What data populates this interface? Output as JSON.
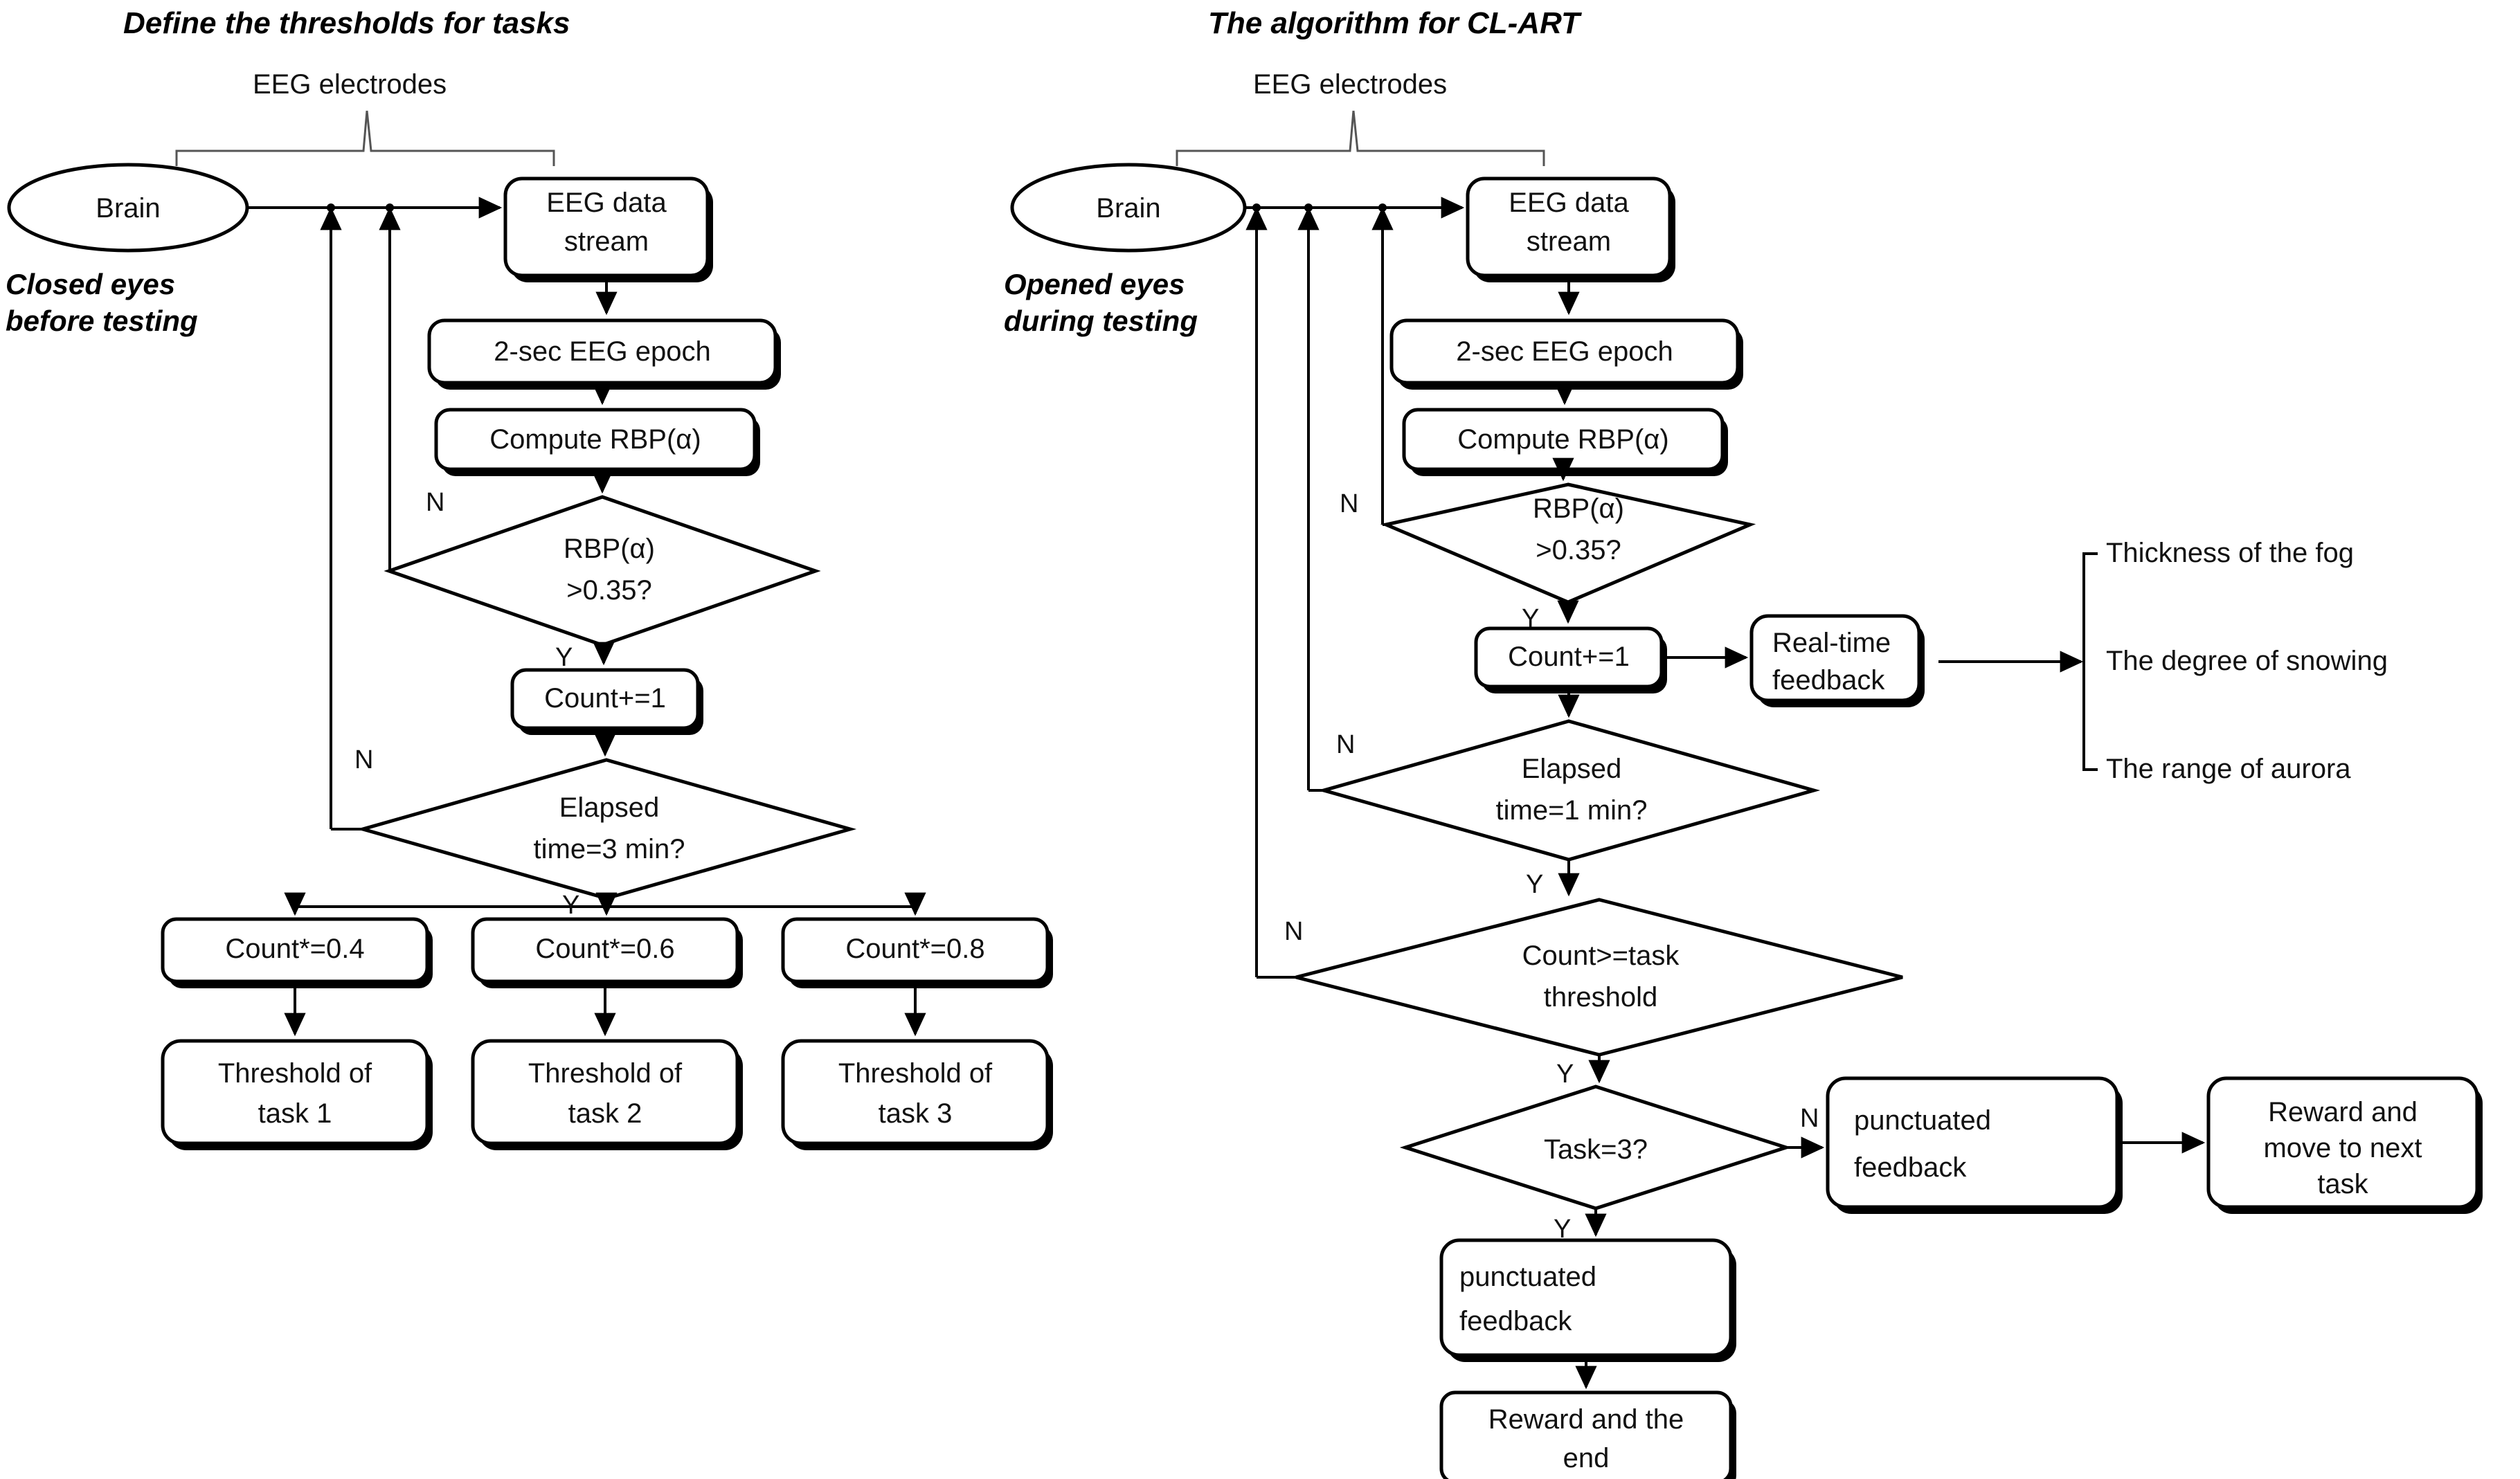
{
  "diagram": {
    "left": {
      "title": "Define the thresholds for tasks",
      "electrodes_label": "EEG electrodes",
      "brain_label": "Brain",
      "condition_note_line1": "Closed eyes",
      "condition_note_line2": "before testing",
      "nodes": {
        "eeg_stream_line1": "EEG data",
        "eeg_stream_line2": "stream",
        "epoch": "2-sec  EEG epoch",
        "compute": "Compute RBP(α)",
        "decision_rbp_line1": "RBP(α)",
        "decision_rbp_line2": ">0.35?",
        "count_inc": "Count+=1",
        "decision_elapsed_line1": "Elapsed",
        "decision_elapsed_line2": "time=3 min?",
        "count_mul_1": "Count*=0.4",
        "count_mul_2": "Count*=0.6",
        "count_mul_3": "Count*=0.8",
        "threshold_1_line1": "Threshold of",
        "threshold_1_line2": "task 1",
        "threshold_2_line1": "Threshold of",
        "threshold_2_line2": "task 2",
        "threshold_3_line1": "Threshold of",
        "threshold_3_line2": "task 3"
      },
      "edge_labels": {
        "rbp_no": "N",
        "rbp_yes": "Y",
        "elapsed_no": "N",
        "elapsed_yes": "Y"
      }
    },
    "right": {
      "title": "The algorithm for CL-ART",
      "electrodes_label": "EEG electrodes",
      "brain_label": "Brain",
      "condition_note_line1": "Opened eyes",
      "condition_note_line2": "during testing",
      "nodes": {
        "eeg_stream_line1": "EEG data",
        "eeg_stream_line2": "stream",
        "epoch": "2-sec  EEG epoch",
        "compute": "Compute RBP(α)",
        "decision_rbp_line1": "RBP(α)",
        "decision_rbp_line2": ">0.35?",
        "count_inc": "Count+=1",
        "realtime_feedback_line1": "Real-time",
        "realtime_feedback_line2": "feedback",
        "decision_elapsed_line1": "Elapsed",
        "decision_elapsed_line2": "time=1 min?",
        "decision_count_line1": "Count>=task",
        "decision_count_line2": "threshold",
        "decision_task": "Task=3?",
        "punctuated_n_line1": "punctuated",
        "punctuated_n_line2": "feedback",
        "reward_next_line1": "Reward and",
        "reward_next_line2": "move to next",
        "reward_next_line3": "task",
        "punctuated_y_line1": "punctuated",
        "punctuated_y_line2": "feedback",
        "reward_end_line1": "Reward and the",
        "reward_end_line2": "end"
      },
      "edge_labels": {
        "rbp_no": "N",
        "rbp_yes": "Y",
        "elapsed_no": "N",
        "elapsed_yes": "Y",
        "count_no": "N",
        "count_yes": "Y",
        "task_no": "N",
        "task_yes": "Y"
      },
      "feedback_list": [
        "Thickness of the fog",
        "The degree of snowing",
        "The range of aurora"
      ]
    },
    "colors": {
      "stroke": "#000000",
      "background": "#ffffff",
      "brace": "#555555"
    }
  }
}
